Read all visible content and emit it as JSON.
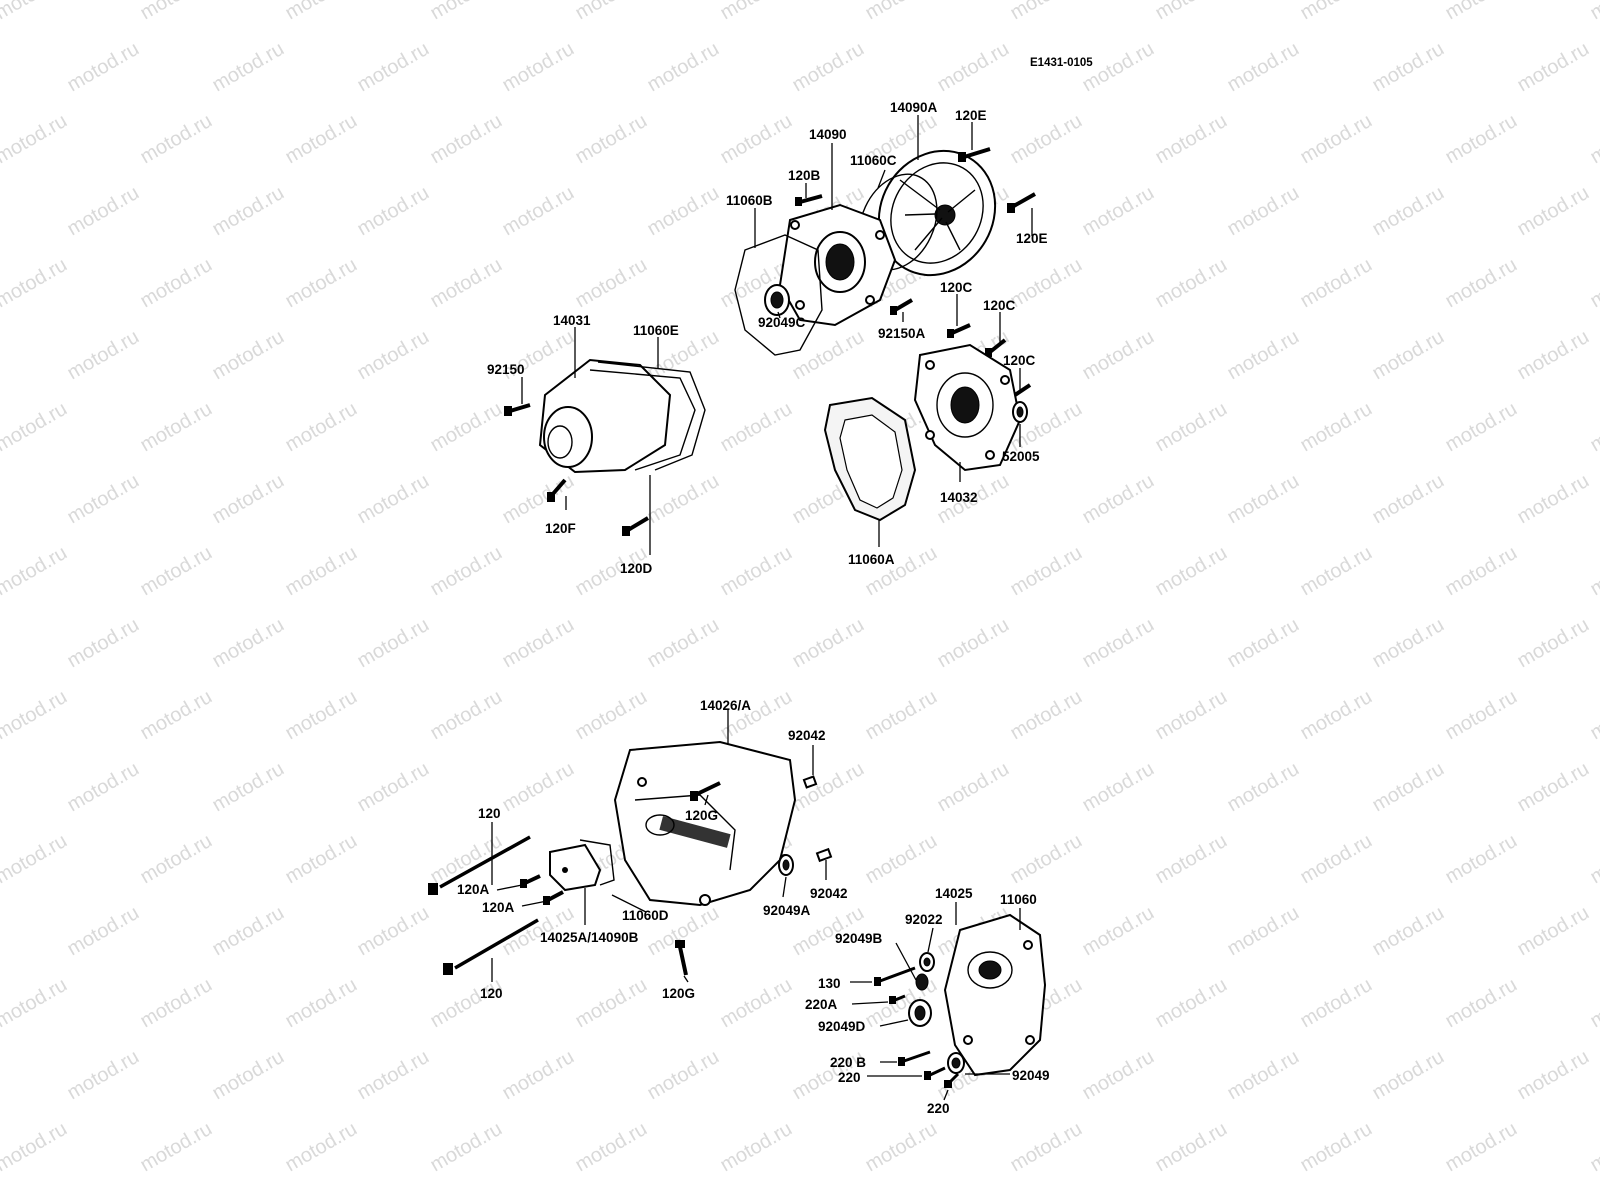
{
  "diagram": {
    "ref_code": "E1431-0105",
    "watermark": "motod.ru",
    "labels": {
      "p14090A": "14090A",
      "p120E_top": "120E",
      "p14090": "14090",
      "p11060C": "11060C",
      "p120B": "120B",
      "p11060B": "11060B",
      "p120E_right": "120E",
      "p92049C": "92049C",
      "p92150A": "92150A",
      "p120C_a": "120C",
      "p120C_b": "120C",
      "p120C_c": "120C",
      "p14031": "14031",
      "p11060E": "11060E",
      "p92150": "92150",
      "p52005": "52005",
      "p14032": "14032",
      "p120F": "120F",
      "p120D": "120D",
      "p11060A": "11060A",
      "p14026A": "14026/A",
      "p92042_top": "92042",
      "p120_top": "120",
      "p120G_top": "120G",
      "p120A_a": "120A",
      "p92042_mid": "92042",
      "p120A_b": "120A",
      "p11060D": "11060D",
      "p92049A": "92049A",
      "p14025A": "14025A/14090B",
      "p14025": "14025",
      "p11060": "11060",
      "p92022": "92022",
      "p92049B": "92049B",
      "p120_bottom": "120",
      "p120G_bottom": "120G",
      "p130": "130",
      "p220A": "220A",
      "p92049D": "92049D",
      "p220B": "220 B",
      "p220_a": "220",
      "p92049": "92049",
      "p220_b": "220"
    }
  }
}
